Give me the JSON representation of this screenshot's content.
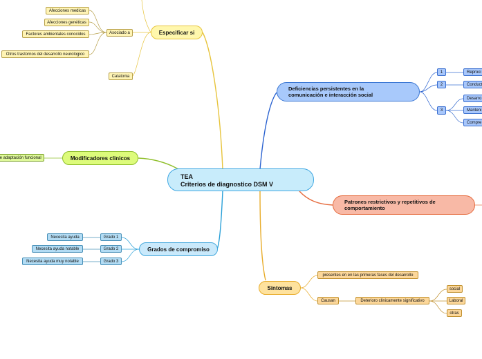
{
  "root": {
    "line1": "TEA",
    "line2": "Criterios de diagnostico DSM V"
  },
  "colors": {
    "especificar": "#e7c43c",
    "modificadores": "#8fbf2a",
    "grados": "#2aa0d8",
    "deficiencias": "#2a62d0",
    "patrones": "#e56a3c",
    "sintomas": "#e8ac2a"
  },
  "especificar": {
    "label": "Especificar si",
    "asociado": {
      "label": "Asociado a",
      "items": [
        "Afecciones medicas",
        "Afecciones genéticas",
        "Factores ambientales conocidos",
        "Otros trastornos del desarrollo neurologico"
      ]
    },
    "catatonia": "Catatonia"
  },
  "modificadores": {
    "label": "Modificadores clinicos",
    "child": "de adaptación funcional"
  },
  "grados": {
    "label": "Grados de compromiso",
    "items": [
      {
        "grado": "Grado 1",
        "ayuda": "Necesita ayuda"
      },
      {
        "grado": "Grado 2",
        "ayuda": "Necesita ayuda notable"
      },
      {
        "grado": "Grado 3",
        "ayuda": "Necesita ayuda muy notable"
      }
    ]
  },
  "deficiencias": {
    "line1": "Deficiencias persistentes en la",
    "line2": "comunicación e interacción social",
    "numbers": [
      "1",
      "2",
      "3"
    ],
    "leaves": [
      "Reproci",
      "Conduct",
      "Desarro",
      "Manteni",
      "Compre"
    ]
  },
  "patrones": {
    "line1": "Patrones restrictivos y repetitivos de",
    "line2": "comportamiento"
  },
  "sintomas": {
    "label": "Sintomas",
    "fases": "presentes en en las primeras fases del desarrollo",
    "causan": "Causan",
    "deterioro": "Deterioro clinicamente significativo",
    "areas": [
      "social",
      "Laboral",
      "otras"
    ]
  }
}
